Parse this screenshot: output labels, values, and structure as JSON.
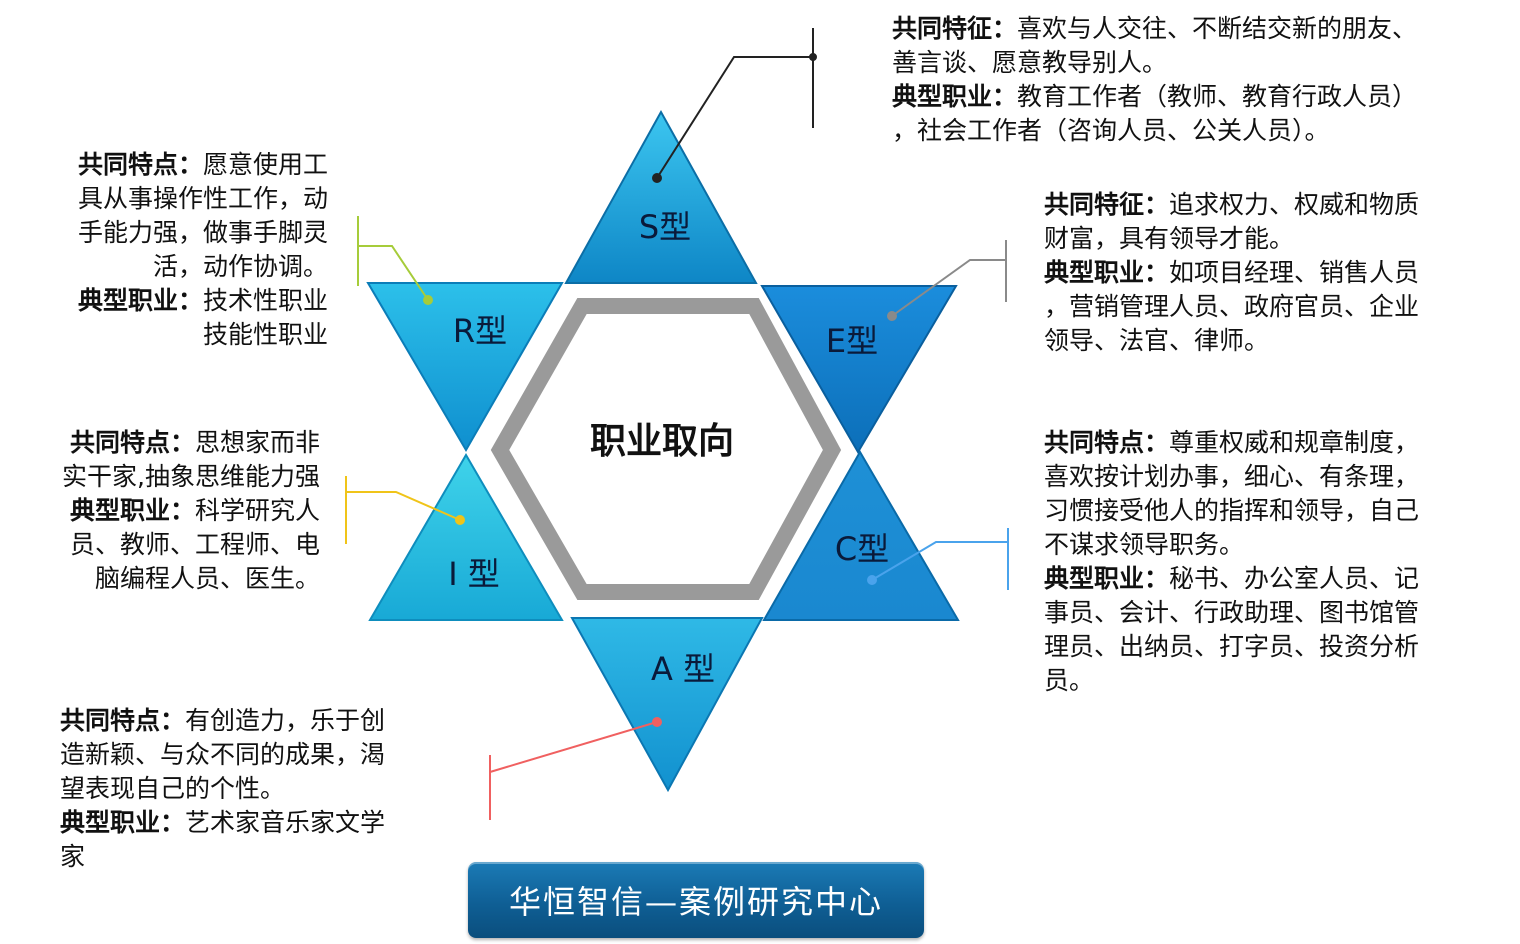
{
  "center_title": "职业取向",
  "types": [
    {
      "id": "S",
      "label": "S型",
      "color": "#16a0d6"
    },
    {
      "id": "E",
      "label": "E型",
      "color": "#1182cf"
    },
    {
      "id": "C",
      "label": "C型",
      "color": "#1f9ad8"
    },
    {
      "id": "A",
      "label": "A 型",
      "color": "#22b3e4"
    },
    {
      "id": "I",
      "label": "I 型",
      "color": "#2cc5e2"
    },
    {
      "id": "R",
      "label": "R型",
      "color": "#20b4e0"
    }
  ],
  "descriptions": {
    "S": [
      {
        "bold": "共同特征：",
        "text": "喜欢与人交往、不断结交新的朋友、"
      },
      {
        "bold": "",
        "text": "善言谈、愿意教导别人。"
      },
      {
        "bold": "典型职业：",
        "text": "教育工作者（教师、教育行政人员）"
      },
      {
        "bold": "",
        "text": "，社会工作者（咨询人员、公关人员）。"
      }
    ],
    "E": [
      {
        "bold": "共同特征：",
        "text": "追求权力、权威和物质"
      },
      {
        "bold": "",
        "text": "财富，具有领导才能。"
      },
      {
        "bold": "典型职业：",
        "text": "如项目经理、销售人员"
      },
      {
        "bold": "",
        "text": "，营销管理人员、政府官员、企业"
      },
      {
        "bold": "",
        "text": "领导、法官、律师。"
      }
    ],
    "C": [
      {
        "bold": "共同特点：",
        "text": "尊重权威和规章制度，"
      },
      {
        "bold": "",
        "text": "喜欢按计划办事，细心、有条理，"
      },
      {
        "bold": "",
        "text": "习惯接受他人的指挥和领导，自己"
      },
      {
        "bold": "",
        "text": "不谋求领导职务。"
      },
      {
        "bold": "典型职业：",
        "text": "秘书、办公室人员、记"
      },
      {
        "bold": "",
        "text": "事员、会计、行政助理、图书馆管"
      },
      {
        "bold": "",
        "text": "理员、出纳员、打字员、投资分析"
      },
      {
        "bold": "",
        "text": "员。"
      }
    ],
    "R": [
      {
        "bold": "共同特点：",
        "text": "愿意使用工"
      },
      {
        "bold": "",
        "text": "具从事操作性工作，动"
      },
      {
        "bold": "",
        "text": "手能力强，做事手脚灵"
      },
      {
        "bold": "",
        "text": "活，动作协调。"
      },
      {
        "bold": "典型职业：",
        "text": "技术性职业"
      },
      {
        "bold": "",
        "text": "技能性职业"
      }
    ],
    "I": [
      {
        "bold": "共同特点：",
        "text": "思想家而非"
      },
      {
        "bold": "",
        "text": "实干家,抽象思维能力强"
      },
      {
        "bold": "典型职业：",
        "text": "科学研究人"
      },
      {
        "bold": "",
        "text": "员、教师、工程师、电"
      },
      {
        "bold": "",
        "text": "脑编程人员、医生。"
      }
    ],
    "A": [
      {
        "bold": "共同特点：",
        "text": "有创造力，乐于创"
      },
      {
        "bold": "",
        "text": "造新颖、与众不同的成果，渴"
      },
      {
        "bold": "",
        "text": "望表现自己的个性。"
      },
      {
        "bold": "典型职业：",
        "text": "艺术家音乐家文学"
      },
      {
        "bold": "",
        "text": "家"
      }
    ]
  },
  "connector_colors": {
    "S": "#222222",
    "E": "#8a8a8a",
    "C": "#4aa3ec",
    "A": "#f06060",
    "I": "#f0c419",
    "R": "#a6cc3a"
  },
  "footer_label": "华恒智信—案例研究中心"
}
